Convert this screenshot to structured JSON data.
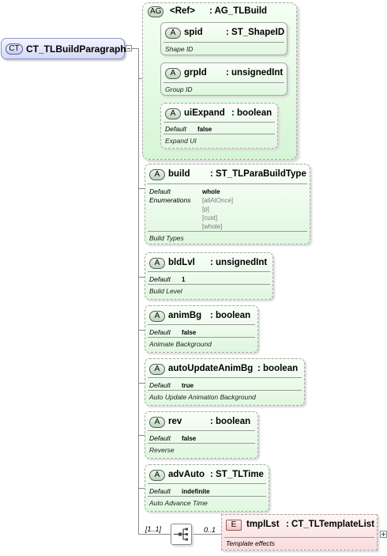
{
  "root": {
    "badge": "CT",
    "name": "CT_TLBuildParagraph"
  },
  "group": {
    "badge": "AG",
    "name": "<Ref>",
    "type": ": AG_TLBuild",
    "attributes": [
      {
        "badge": "A",
        "name": "spid",
        "type": ": ST_ShapeID",
        "doc": "Shape ID"
      },
      {
        "badge": "A",
        "name": "grpId",
        "type": ": unsignedInt",
        "doc": "Group ID"
      },
      {
        "badge": "A",
        "name": "uiExpand",
        "type": ": boolean",
        "default_label": "Default",
        "default": "false",
        "doc": "Expand UI"
      }
    ]
  },
  "attributes": [
    {
      "badge": "A",
      "name": "build",
      "type": ": ST_TLParaBuildType",
      "default_label": "Default",
      "default": "whole",
      "enum_label": "Enumerations",
      "enumerations": [
        "[allAtOnce]",
        "[p]",
        "[cust]",
        "[whole]"
      ],
      "doc": "Build Types"
    },
    {
      "badge": "A",
      "name": "bldLvl",
      "type": ": unsignedInt",
      "default_label": "Default",
      "default": "1",
      "doc": "Build Level"
    },
    {
      "badge": "A",
      "name": "animBg",
      "type": ": boolean",
      "default_label": "Default",
      "default": "false",
      "doc": "Animate Background"
    },
    {
      "badge": "A",
      "name": "autoUpdateAnimBg",
      "type": ": boolean",
      "default_label": "Default",
      "default": "true",
      "doc": "Auto Update Animation Background"
    },
    {
      "badge": "A",
      "name": "rev",
      "type": ": boolean",
      "default_label": "Default",
      "default": "false",
      "doc": "Reverse"
    },
    {
      "badge": "A",
      "name": "advAuto",
      "type": ": ST_TLTime",
      "default_label": "Default",
      "default": "indefinite",
      "doc": "Auto Advance Time"
    }
  ],
  "sequence": {
    "multiplicity": "[1..1]",
    "icon": "sequence-compositor-icon"
  },
  "element": {
    "badge": "E",
    "name": "tmplLst",
    "type": ": CT_TLTemplateList",
    "multiplicity": "0..1",
    "doc": "Template effects"
  },
  "colors": {
    "attribute_fill": "#dff7df",
    "element_fill": "#f9dcdc",
    "complex_type_fill": "#d4d8f4"
  }
}
